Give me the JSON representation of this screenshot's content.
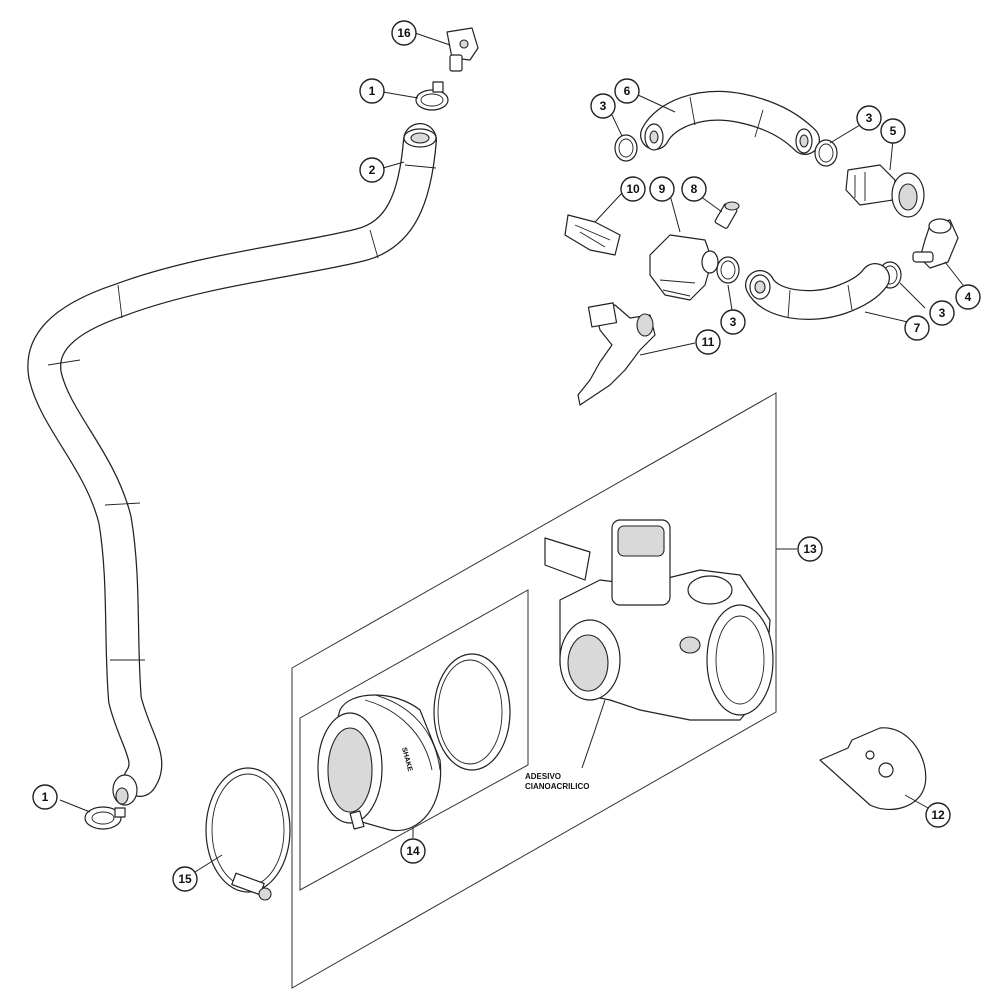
{
  "callouts": {
    "c1a": "1",
    "c1b": "1",
    "c2": "2",
    "c3a": "3",
    "c3b": "3",
    "c3c": "3",
    "c3d": "3",
    "c4": "4",
    "c5": "5",
    "c6": "6",
    "c7": "7",
    "c8": "8",
    "c9": "9",
    "c10": "10",
    "c11": "11",
    "c12": "12",
    "c13": "13",
    "c14": "14",
    "c15": "15",
    "c16": "16"
  },
  "note": {
    "line1": "ADESIVO",
    "line2": "CIANOACRILICO"
  },
  "boot_marking": "SHAKE"
}
